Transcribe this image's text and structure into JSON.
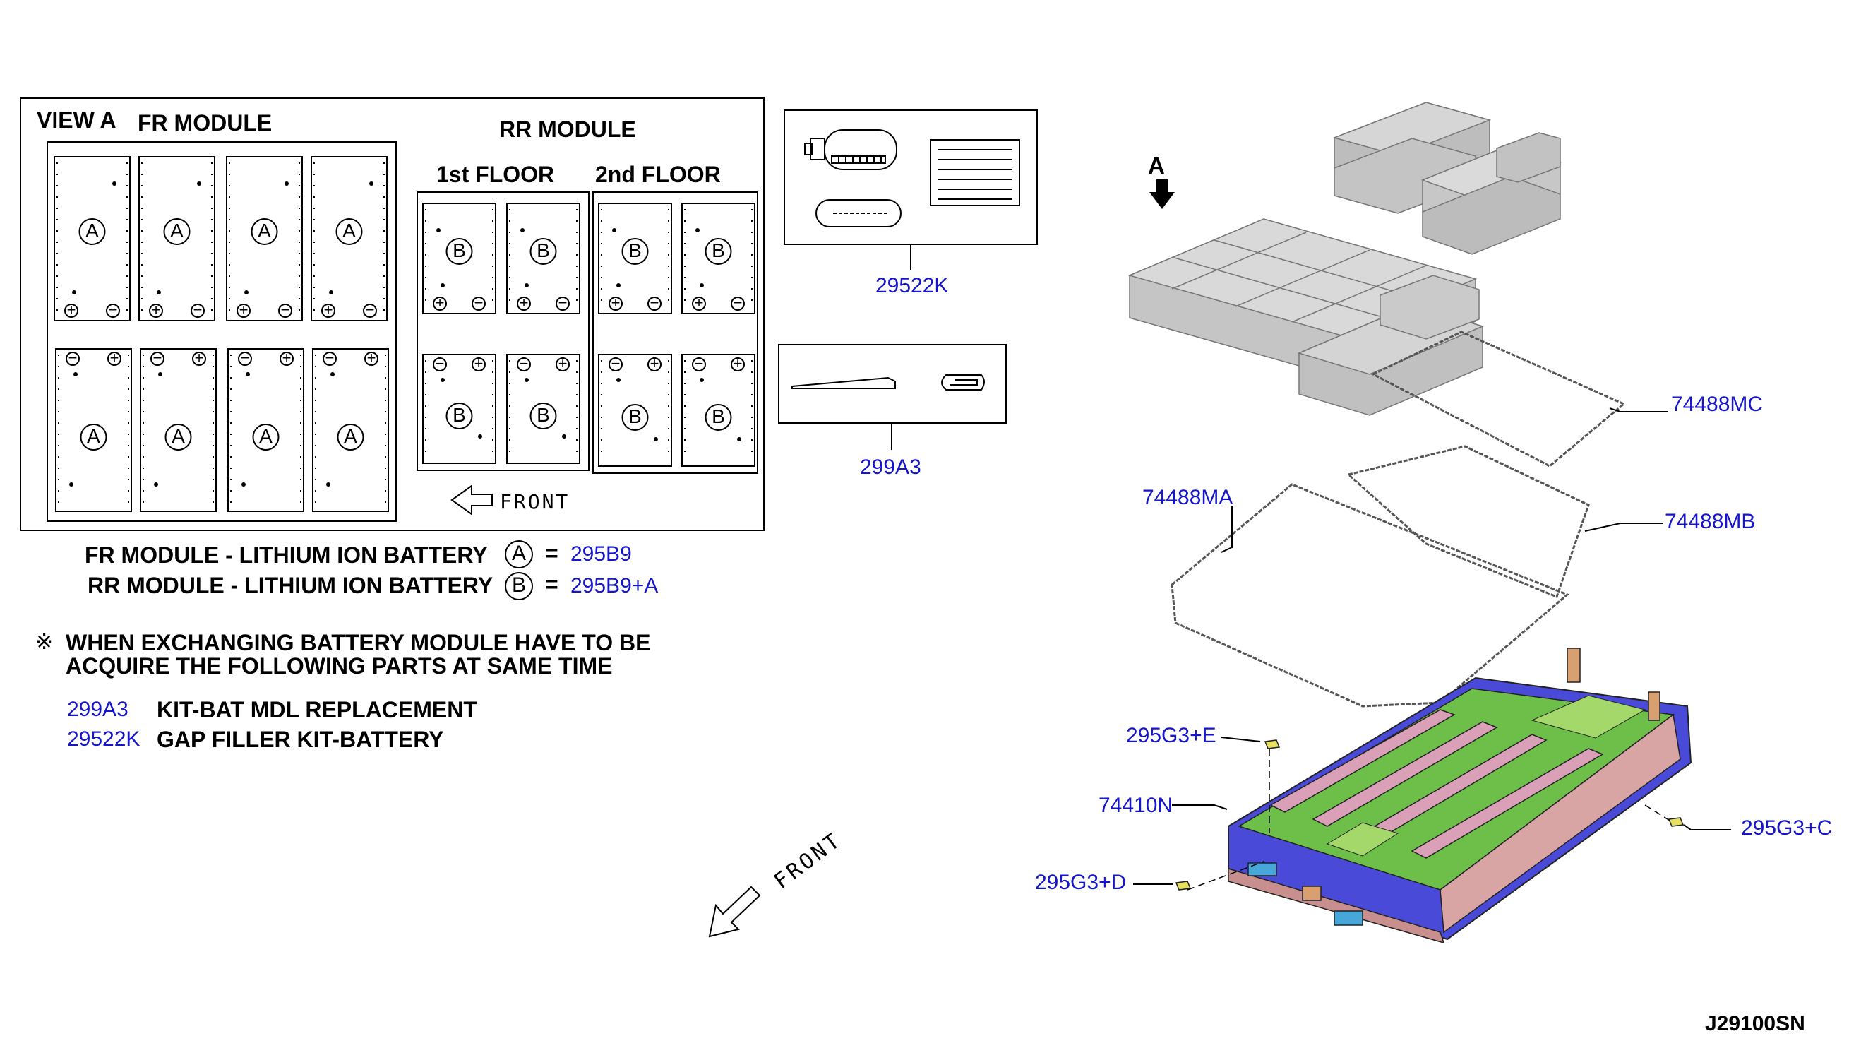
{
  "diagram_id": "J29100SN",
  "view_a": {
    "title": "VIEW A",
    "fr_module_title": "FR MODULE",
    "rr_module_title": "RR MODULE",
    "first_floor": "1st FLOOR",
    "second_floor": "2nd FLOOR",
    "front_label": "FRONT",
    "fr_cell_letter": "A",
    "rr_cell_letter": "B",
    "plus": "+",
    "minus": "−"
  },
  "legend": {
    "fr_text": "FR MODULE - LITHIUM ION BATTERY",
    "fr_letter": "A",
    "fr_eq": "=",
    "fr_part": "295B9",
    "rr_text": "RR MODULE - LITHIUM ION BATTERY",
    "rr_letter": "B",
    "rr_eq": "=",
    "rr_part": "295B9+A"
  },
  "note": {
    "mark": "※",
    "line1": "WHEN EXCHANGING BATTERY MODULE HAVE TO BE",
    "line2": "ACQUIRE THE FOLLOWING PARTS AT SAME TIME",
    "items": [
      {
        "code": "299A3",
        "desc": "KIT-BAT MDL REPLACEMENT"
      },
      {
        "code": "29522K",
        "desc": "GAP FILLER KIT-BATTERY"
      }
    ]
  },
  "kits": {
    "gap_filler_code": "29522K",
    "replacement_code": "299A3"
  },
  "callouts": {
    "view_arrow": "A",
    "p74488MC": "74488MC",
    "p74488MA": "74488MA",
    "p74488MB": "74488MB",
    "p295G3E": "295G3+E",
    "p74410N": "74410N",
    "p295G3C": "295G3+C",
    "p295G3D": "295G3+D"
  },
  "main_front_label": "FRONT",
  "colors": {
    "part_number_blue": "#1515cc",
    "tray_blue": "#4a4ad8",
    "tray_green": "#3f9a3f",
    "tray_pink": "#d9a0b8",
    "module_gray": "#c9c9c9"
  }
}
